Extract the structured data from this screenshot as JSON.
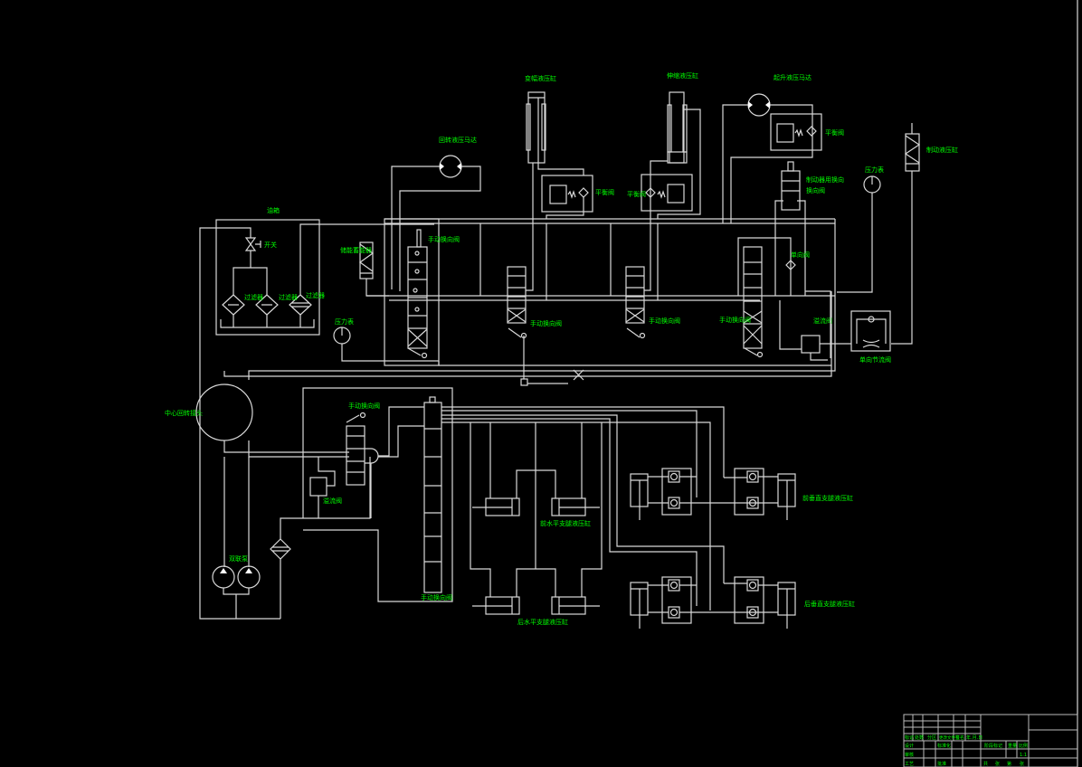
{
  "title": "Hydraulic system schematic drawing",
  "colors": {
    "background": "#000000",
    "lines": "#d8d8d8",
    "labels": "#00ff00"
  },
  "labels": {
    "oil_tank": "油箱",
    "stop_valve": "开关",
    "filter_1": "过滤器",
    "filter_2": "过滤器",
    "filter_3": "过滤器",
    "accumulator_left": "储能蓄能器",
    "pressure_gauge_left": "压力表",
    "manual_valve_1": "手动换向阀",
    "rotary_motor": "回转液压马达",
    "luffing_cylinder": "变幅液压缸",
    "telescopic_cylinder": "伸缩液压缸",
    "balance_valve_1": "平衡阀",
    "balance_valve_2": "平衡阀",
    "manual_valve_2": "手动换向阀",
    "manual_valve_3": "手动换向阀",
    "hoist_motor": "起升液压马达",
    "balance_valve_3": "平衡阀",
    "brake_valve_line1": "制动器用换向",
    "brake_valve_line2": "换向阀",
    "check_valve": "单向阀",
    "manual_valve_4": "手动换向阀",
    "relief_valve_right": "溢流阀",
    "pressure_gauge_right": "压力表",
    "brake_cylinder": "制动液压缸",
    "one_way_throttle": "单向节流阀",
    "central_rotary_joint": "中心回转接头",
    "manual_valve_lower": "手动换向阀",
    "relief_valve_lower": "溢流阀",
    "multi_valve_lower": "手动换向阀",
    "double_pump": "双联泵",
    "front_horizontal_outrigger": "前水平支腿液压缸",
    "rear_horizontal_outrigger": "后水平支腿液压缸",
    "front_vertical_outrigger": "前垂直支腿液压缸",
    "rear_vertical_outrigger": "后垂直支腿液压缸"
  },
  "title_block": {
    "row_labels": [
      "标记",
      "处数",
      "分区",
      "更改文件号",
      "签名",
      "年.月.日"
    ],
    "left_cells": [
      "设计",
      "",
      "标准化",
      "",
      "审核",
      "",
      "工艺",
      "",
      "批准"
    ],
    "stage_label": "阶段标记",
    "weight_label": "重量",
    "scale_label": "比例",
    "scale_value": "1:1",
    "sheet_labels": [
      "共",
      "张",
      "第",
      "张"
    ]
  }
}
